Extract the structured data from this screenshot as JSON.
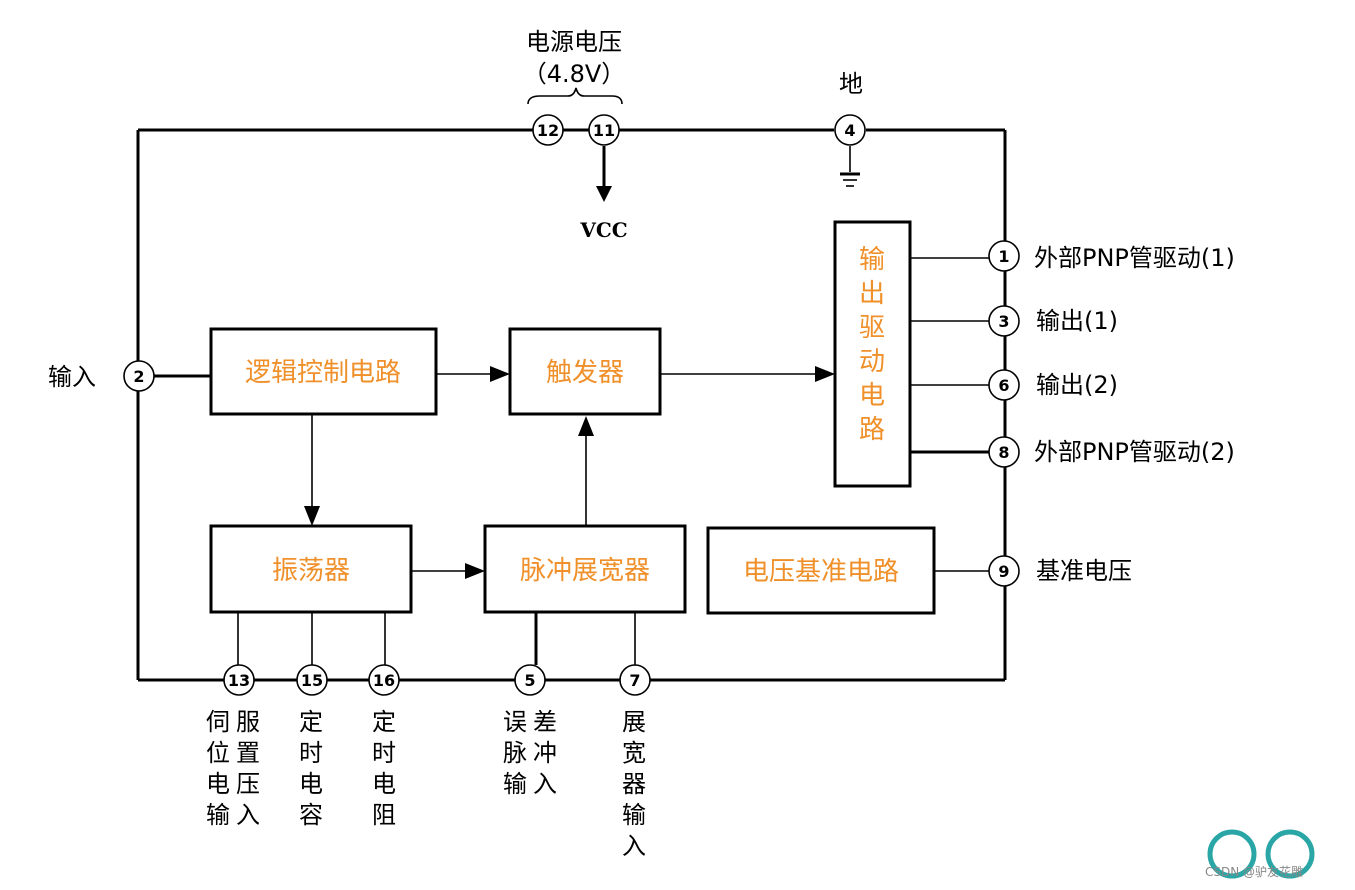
{
  "top": {
    "supply_label": "电源电压",
    "supply_value": "（4.8V）",
    "ground_label": "地",
    "vcc_label": "VCC"
  },
  "blocks": {
    "logic": "逻辑控制电路",
    "trigger": "触发器",
    "oscillator": "振荡器",
    "pulse_stretcher": "脉冲展宽器",
    "voltage_ref": "电压基准电路",
    "output_driver": [
      "输",
      "出",
      "驱",
      "动",
      "电",
      "路"
    ]
  },
  "pins": {
    "p1": "1",
    "p2": "2",
    "p3": "3",
    "p4": "4",
    "p5": "5",
    "p6": "6",
    "p7": "7",
    "p8": "8",
    "p9": "9",
    "p11": "11",
    "p12": "12",
    "p13": "13",
    "p15": "15",
    "p16": "16"
  },
  "right_labels": {
    "p1": "外部PNP管驱动(1)",
    "p3": "输出(1)",
    "p6": "输出(2)",
    "p8": "外部PNP管驱动(2)",
    "p9": "基准电压"
  },
  "left_labels": {
    "p2": "输入"
  },
  "bottom_labels": {
    "p13": [
      "伺服",
      "位置",
      "电压",
      "输入"
    ],
    "p15": [
      "定",
      "时",
      "电",
      "容"
    ],
    "p16": [
      "定",
      "时",
      "电",
      "阻"
    ],
    "p5": [
      "误差",
      "脉冲",
      "输入"
    ],
    "p7": [
      "展",
      "宽",
      "器",
      "输",
      "入"
    ]
  },
  "watermark": "CSDN @驴友花雕"
}
